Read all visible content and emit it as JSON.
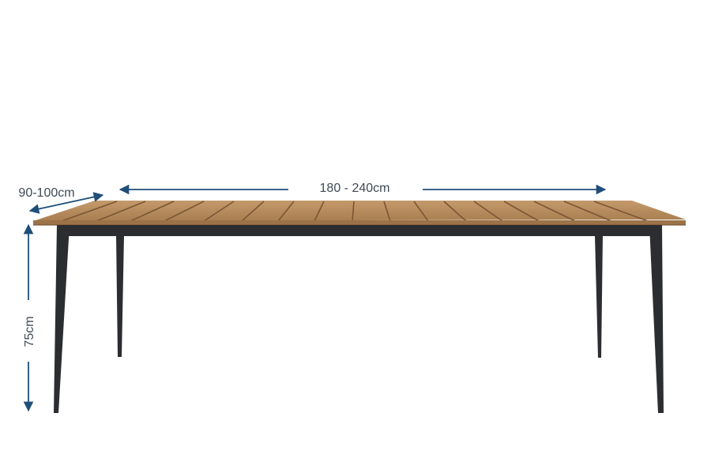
{
  "product": {
    "name": "teak slatted dining table",
    "top_color": "#b48a5f",
    "frame_color": "#2b2d30"
  },
  "dimensions": {
    "depth_label": "90-100cm",
    "length_label": "180 - 240cm",
    "height_label": "75cm",
    "arrow_color": "#1f4e79"
  }
}
